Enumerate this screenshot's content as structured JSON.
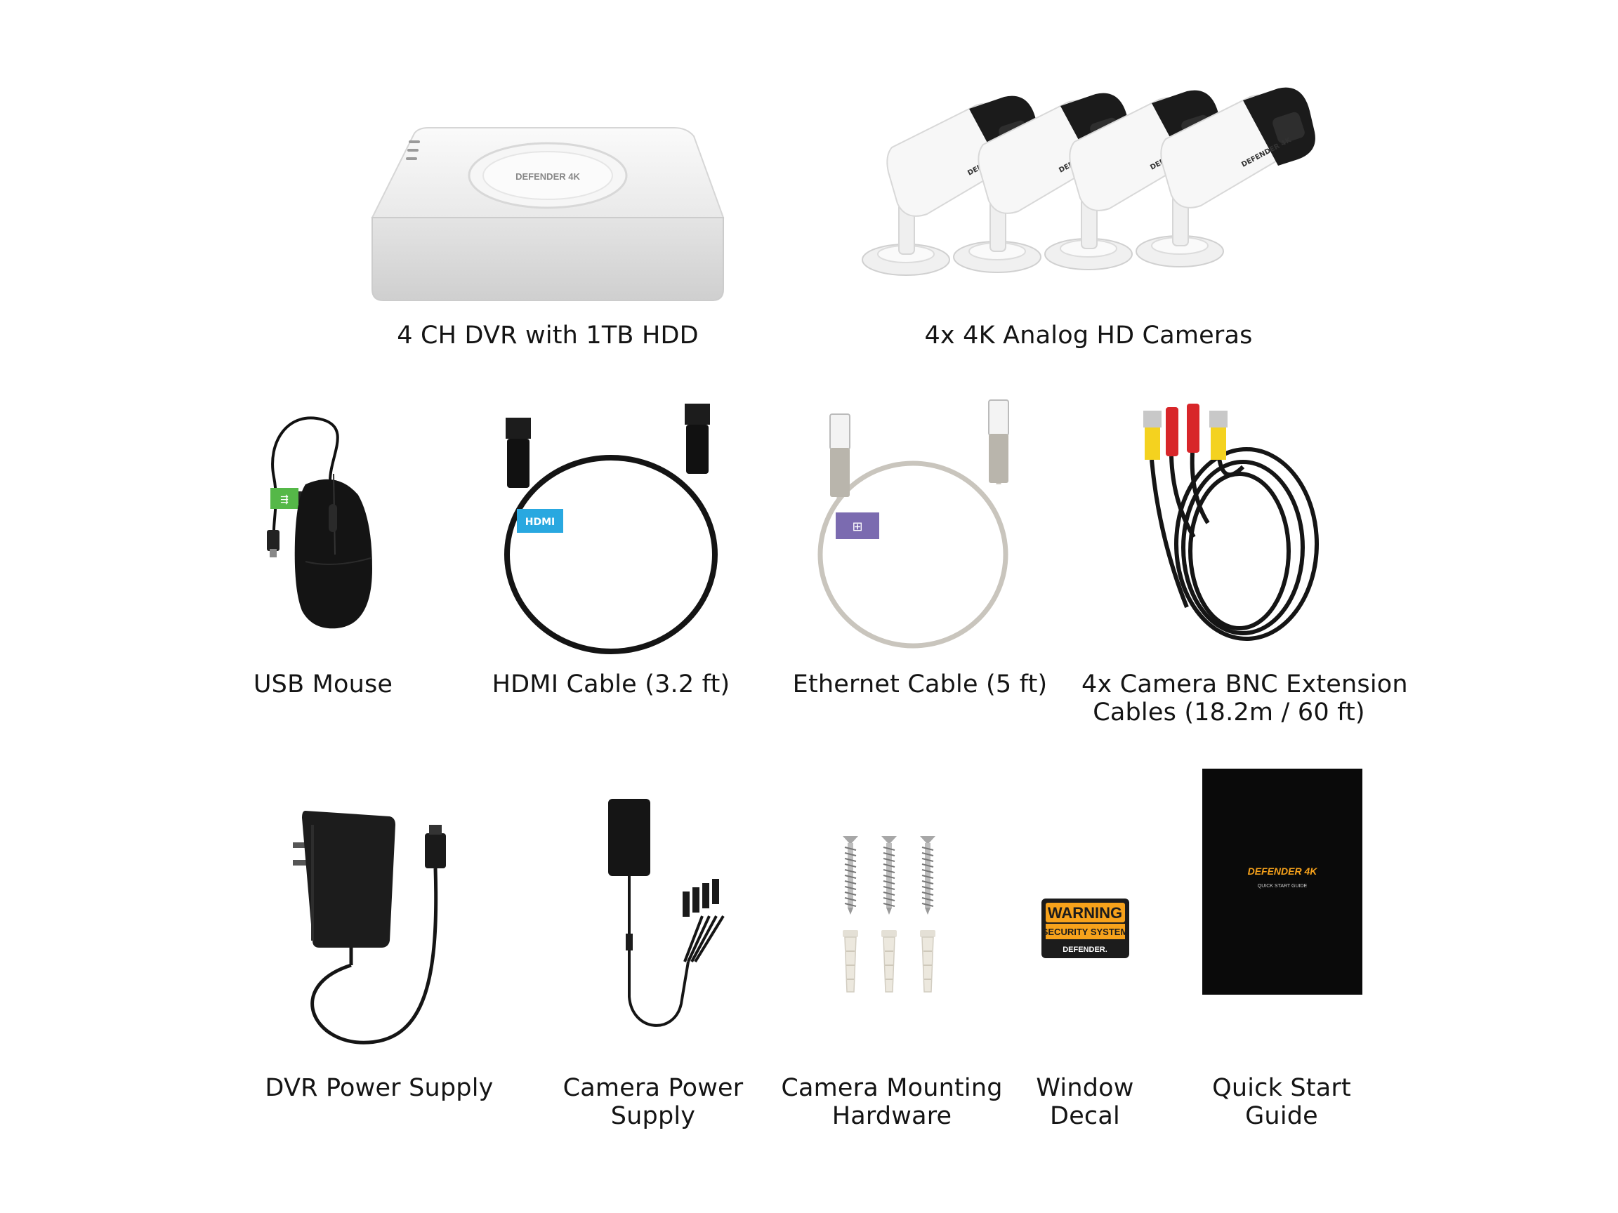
{
  "items": {
    "dvr": {
      "caption": "4 CH DVR with 1TB HDD",
      "logo": "DEFENDER 4K"
    },
    "cameras": {
      "caption": "4x 4K Analog HD Cameras",
      "logo": "DEFENDER 4K"
    },
    "mouse": {
      "caption": "USB Mouse"
    },
    "hdmi": {
      "caption": "HDMI Cable (3.2 ft)",
      "tag": "HDMI"
    },
    "ethernet": {
      "caption": "Ethernet Cable (5 ft)"
    },
    "bnc": {
      "caption_line1": "4x Camera BNC Extension",
      "caption_line2": "Cables (18.2m / 60 ft)"
    },
    "dvr_power": {
      "caption": "DVR Power Supply"
    },
    "cam_power": {
      "caption_line1": "Camera Power",
      "caption_line2": "Supply"
    },
    "mounting": {
      "caption_line1": "Camera Mounting",
      "caption_line2": "Hardware"
    },
    "decal": {
      "caption_line1": "Window",
      "caption_line2": "Decal",
      "line1": "WARNING",
      "line2": "SECURITY SYSTEM",
      "line3": "DEFENDER."
    },
    "guide": {
      "caption_line1": "Quick Start",
      "caption_line2": "Guide",
      "brand": "DEFENDER 4K",
      "title": "QUICK START GUIDE"
    }
  },
  "colors": {
    "background": "#ffffff",
    "device_white": "#f1f1f1",
    "cable_black": "#151515",
    "ethernet_grey": "#c9c5bd",
    "hdmi_tag": "#29a8e0",
    "usb_tag": "#55b848",
    "ethernet_tag": "#7b6bb0",
    "bnc_red": "#d8262a",
    "bnc_yellow": "#f4d21f",
    "warning_orange": "#f7a21b"
  },
  "icons": [
    "usb-icon",
    "network-icon"
  ]
}
